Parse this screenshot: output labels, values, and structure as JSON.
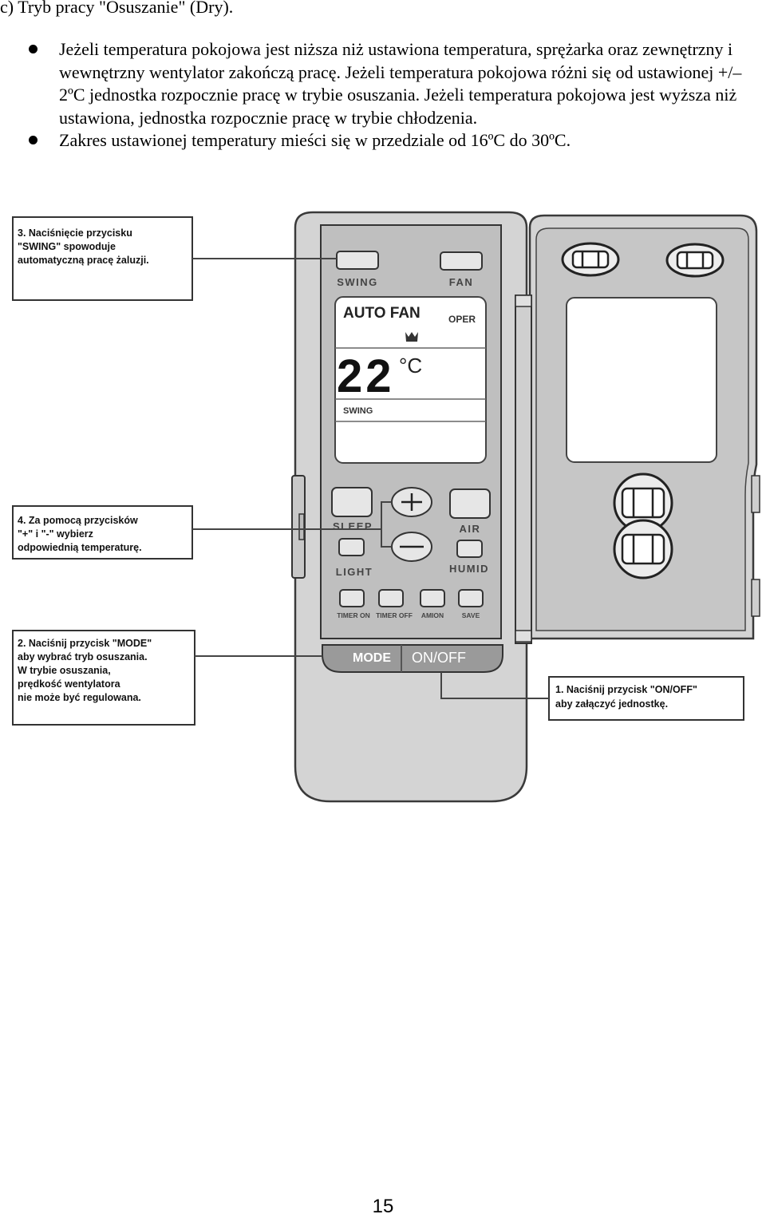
{
  "heading": "c) Tryb pracy \"Osuszanie\" (Dry).",
  "bullets": [
    "Jeżeli temperatura pokojowa jest niższa niż ustawiona temperatura, sprężarka oraz zewnętrzny i wewnętrzny wentylator zakończą pracę. Jeżeli temperatura pokojowa różni się od ustawionej +/– 2ºC jednostka rozpocznie pracę w trybie osuszania. Jeżeli temperatura pokojowa jest wyższa niż ustawiona, jednostka rozpocznie pracę w trybie chłodzenia.",
    "Zakres ustawionej temperatury mieści się w przedziale od 16ºC do 30ºC."
  ],
  "remote": {
    "buttons": {
      "swing": "SWING",
      "fan": "FAN",
      "sleep": "SLEEP",
      "air": "AIR",
      "light": "LIGHT",
      "humid": "HUMID",
      "timer_on": "TIMER ON",
      "timer_off": "TIMER OFF",
      "amion": "AMION",
      "save": "SAVE",
      "mode": "MODE",
      "on_off": "ON/OFF"
    },
    "display": {
      "mode_text": "AUTO FAN",
      "oper": "OPER",
      "temperature": "22",
      "unit": "°C",
      "swing": "SWING"
    }
  },
  "callouts": {
    "step3": [
      "3. Naciśnięcie przycisku",
      "\"SWING\" spowoduje",
      "automatyczną pracę żaluzji."
    ],
    "step4": [
      "4. Za pomocą przycisków",
      "\"+\" i \"-\" wybierz",
      "odpowiednią temperaturę."
    ],
    "step2": [
      "2. Naciśnij przycisk \"MODE\"",
      "aby wybrać tryb osuszania.",
      "W trybie osuszania,",
      "prędkość wentylatora",
      "nie może być regulowana."
    ],
    "step1": [
      "1. Naciśnij przycisk \"ON/OFF\"",
      "aby załączyć jednostkę."
    ]
  },
  "page_number": "15",
  "colors": {
    "remote_body": "#d4d4d4",
    "panel": "#bcbcbc",
    "display_bg": "#ffffff",
    "mode_bar": "#999999"
  }
}
